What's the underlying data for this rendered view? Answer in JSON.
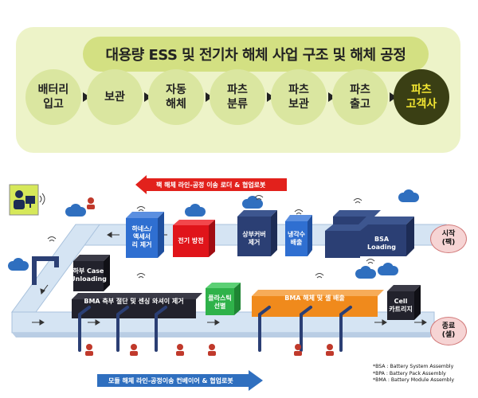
{
  "header": {
    "title": "대용량 ESS 및 전기차 해체 사업 구조 및 해체 공정"
  },
  "process_steps": [
    {
      "label": "배터리\n입고"
    },
    {
      "label": "보관"
    },
    {
      "label": "자동\n해체"
    },
    {
      "label": "파츠\n분류"
    },
    {
      "label": "파츠\n보관"
    },
    {
      "label": "파츠\n출고"
    },
    {
      "label": "파츠\n고객사"
    }
  ],
  "diagram": {
    "top_banner": "팩 해체 라인-공정 이송 로더 & 협업로봇",
    "bottom_banner": "모듈 해체 라인-공정이송 컨베이어 & 협업로봇",
    "stations": {
      "bsa_loading": "BSA\nLoading",
      "coolant_drain": "냉각수\n배출",
      "top_cover_removal": "상부커버\n제거",
      "power_cutoff": "전기 방전",
      "harness_removal": "하네스/\n액세서\n리 제거",
      "lower_case_unloading": "하부 Case\nUnloading",
      "bma_side_cut": "BMA 측부 절단 및 센싱 와셔이 제거",
      "plastic_sorting": "플라스틱\n선별",
      "bma_cell_discharge": "BMA 해체 및 셀 배출",
      "cell_cartridge": "Cell\n카트리지"
    },
    "start_label": "시작\n(팩)",
    "end_label": "종료\n(셀)"
  },
  "legend": [
    "*BSA : Battery System Assembly",
    "*BPA : Battery Pack Assembly",
    "*BMA :  Battery Module Assembly"
  ],
  "colors": {
    "panel_bg": "#edf3c8",
    "title_bg": "#d3e082",
    "step_bg": "#dae6a0",
    "final_step_bg": "#3a3f14",
    "final_step_text": "#f2e632",
    "conveyor": "#cfe0f2",
    "navy_box": "#2b3f74",
    "red_box": "#e0141a",
    "green_box": "#2fb24a",
    "orange_box": "#f08a1c",
    "dark_box": "#22222c",
    "blue_box": "#2f6fd1",
    "top_arrow": "#e2211c",
    "bottom_arrow": "#2f6fbf"
  }
}
